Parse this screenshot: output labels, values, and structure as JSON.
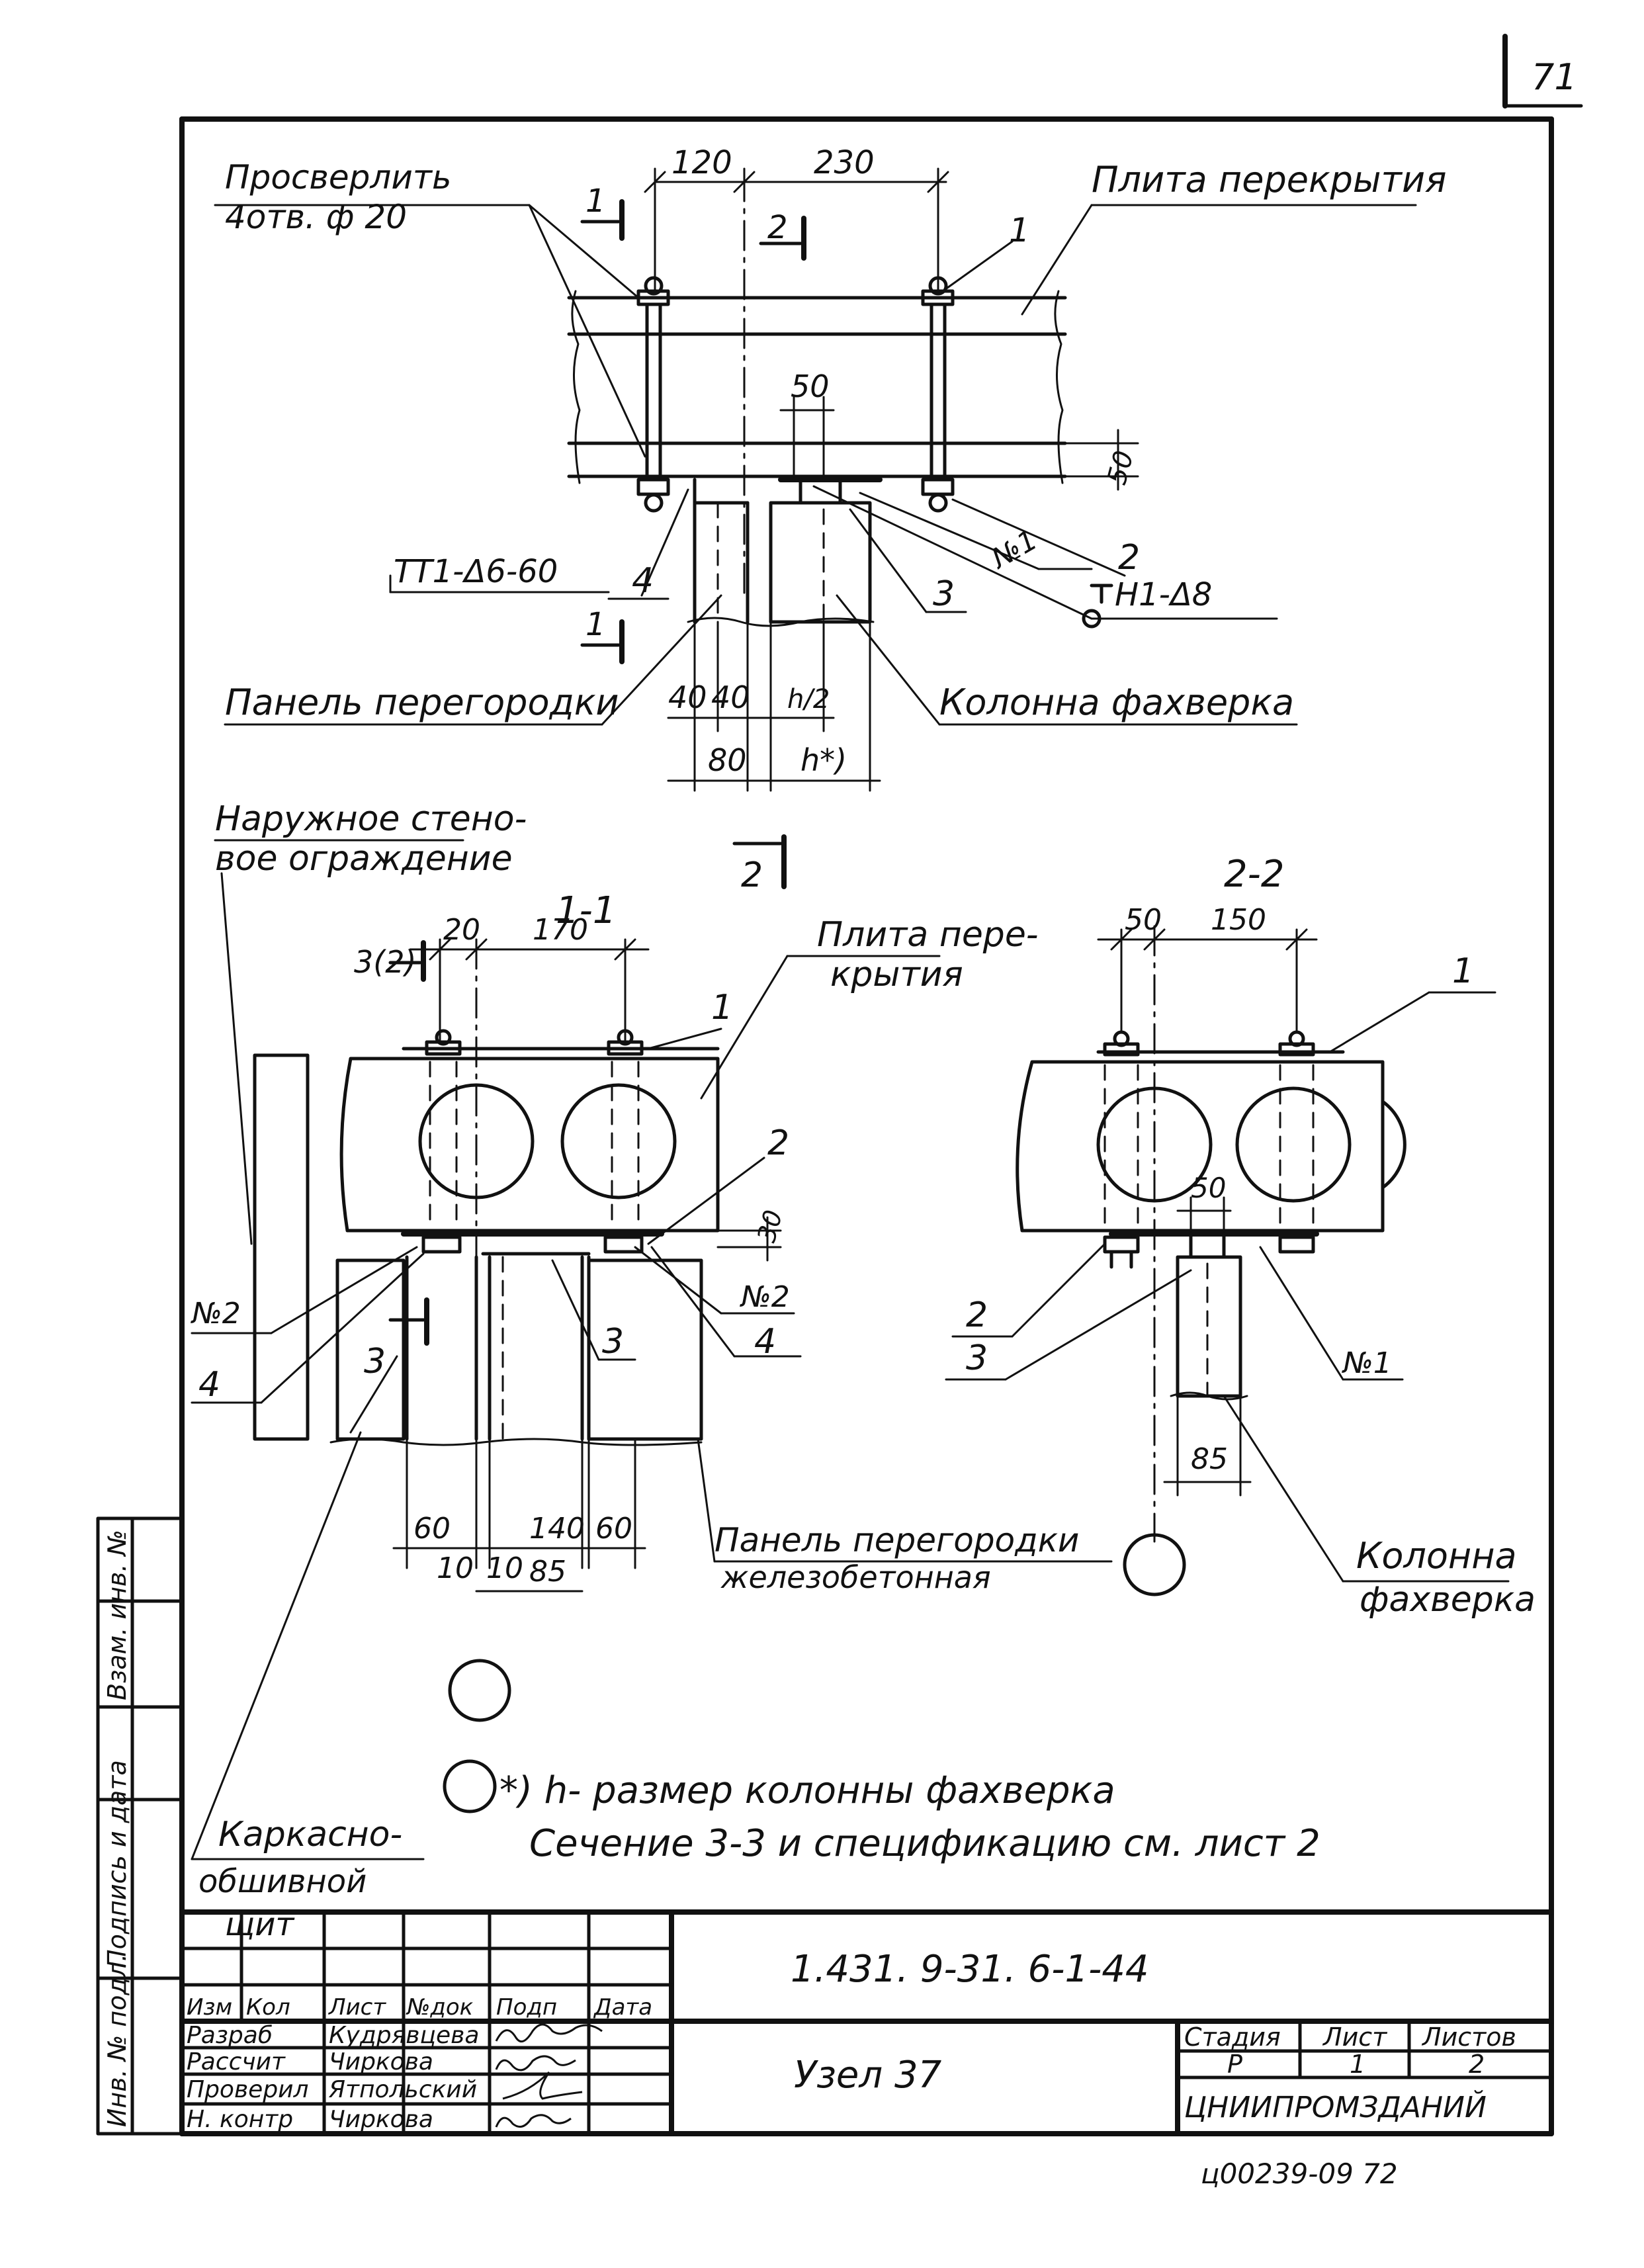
{
  "sheet": {
    "page_number": "71",
    "bottom_code": "ц00239-09  72"
  },
  "plan": {
    "drill_note_1": "Просверлить",
    "drill_note_2": "4отв. ф 20",
    "slab_label": "Плита перекрытия",
    "partition_label": "Панель перегородки",
    "column_label": "Колонна фахверка",
    "mark_t1": "ТТ1-Δ6-60",
    "mark_h1": "Н1-Δ8",
    "dims": {
      "d120": "120",
      "d230": "230",
      "d50": "50",
      "d50v": "50",
      "d40a": "40",
      "d40b": "40",
      "d80": "80",
      "dh2": "h/2",
      "dh": "h*)"
    },
    "callouts": {
      "c1": "1",
      "c2": "2",
      "c3": "3",
      "c4": "4",
      "n1": "№1"
    },
    "cut1": "1",
    "cut1b": "1",
    "cut2": "2",
    "cut2b": "2"
  },
  "section11": {
    "title": "1-1",
    "outer_wall_1": "Наружное стено-",
    "outer_wall_2": "вое ограждение",
    "slab_label_1": "Плита пере-",
    "slab_label_2": "крытия",
    "panel_label_1": "Панель перегородки",
    "panel_label_2": "железобетонная",
    "frame_shield_1": "Каркасно-",
    "frame_shield_2": "обшивной",
    "frame_shield_3": "щит",
    "cut3": "3(2)",
    "dims": {
      "d20": "20",
      "d170": "170",
      "d30": "30",
      "d60a": "60",
      "d10a": "10",
      "d10b": "10",
      "d140": "140",
      "d60b": "60",
      "d85": "85"
    },
    "callouts": {
      "c1": "1",
      "c2": "2",
      "c3a": "3",
      "c3b": "3",
      "c4a": "4",
      "c4b": "4",
      "n2a": "№2",
      "n2b": "№2"
    }
  },
  "section22": {
    "title": "2-2",
    "column_label_1": "Колонна",
    "column_label_2": "фахверка",
    "dims": {
      "d50a": "50",
      "d150": "150",
      "d50b": "50",
      "d85": "85"
    },
    "callouts": {
      "c1": "1",
      "c2": "2",
      "c3": "3",
      "n1": "№1"
    }
  },
  "notes": {
    "line1": "*) h- размер колонны фахверка",
    "line2": "Сечение 3-3 и спецификацию см. лист 2"
  },
  "side_stamp": {
    "inv_no": "Инв. № подл.",
    "sign_date": "Подпись и дата",
    "replace_inv": "Взам. инв. №"
  },
  "title_block": {
    "doc_code": "1.431. 9-31. 6-1-44",
    "node_name": "Узел 37",
    "org": "ЦНИИПРОМЗДАНИЙ",
    "headers": [
      "Изм",
      "Кол",
      "Лист",
      "№док",
      "Подп",
      "Дата"
    ],
    "rows": [
      {
        "role": "Разраб",
        "name": "Кудрявцева"
      },
      {
        "role": "Рассчит",
        "name": "Чиркова"
      },
      {
        "role": "Проверил",
        "name": "Ятпольский"
      },
      {
        "role": "Н. контр",
        "name": "Чиркова"
      }
    ],
    "stage_header": "Стадия",
    "sheet_header": "Лист",
    "sheets_header": "Листов",
    "stage": "Р",
    "sheet": "1",
    "sheets": "2"
  }
}
